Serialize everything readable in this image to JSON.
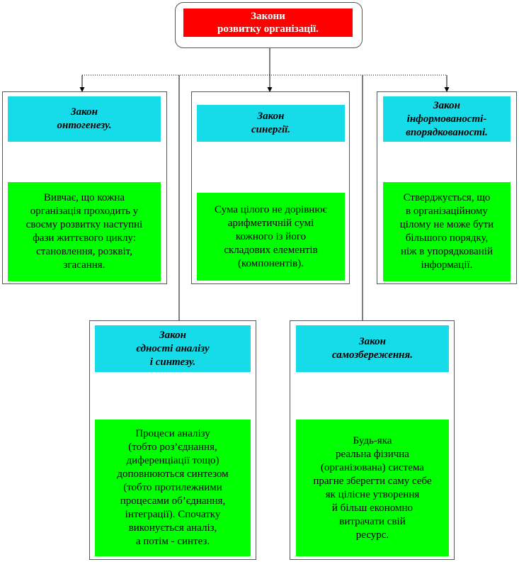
{
  "title": "Закони\nрозвитку організації.",
  "colors": {
    "title_fill": "#ff0000",
    "law_fill": "#16dbe8",
    "description_fill": "#00ff00",
    "line": "#000000"
  },
  "laws": [
    {
      "name": "Закон\nонтогенезу.",
      "description": "Вивчає, що кожна\nорганізація проходить у\nсвоєму розвитку наступні\nфази життєвого циклу:\nстановлення, розквіт,\nзгасання."
    },
    {
      "name": "Закон\nсинергії.",
      "description": "Сума цілого не дорівнює\nарифметичній сумі\nкожного із його\nскладових елементів\n(компонентів)."
    },
    {
      "name": "Закон\nінформованості-\nвпорядкованості.",
      "description": "Стверджується, що\nв організаційному\nцілому не може бути\nбільшого порядку,\nніж в упорядкованій\nінформації."
    },
    {
      "name": "Закон\nєдності аналізу\nі синтезу.",
      "description": "Процеси аналізу\n(тобто роз’єднання,\nдиференціації тощо)\nдоповнюються синтезом\n(тобто протилежними\nпроцесами об’єднання,\nінтеграції). Спочатку\nвиконується аналіз,\nа потім - синтез."
    },
    {
      "name": "Закон\nсамозбереження.",
      "description": "Будь-яка\nреальна фізична\n(організована) система\nпрагне зберегти саму себе\nяк цілісне утворення\nй більш економно\nвитрачати свій\nресурс."
    }
  ]
}
